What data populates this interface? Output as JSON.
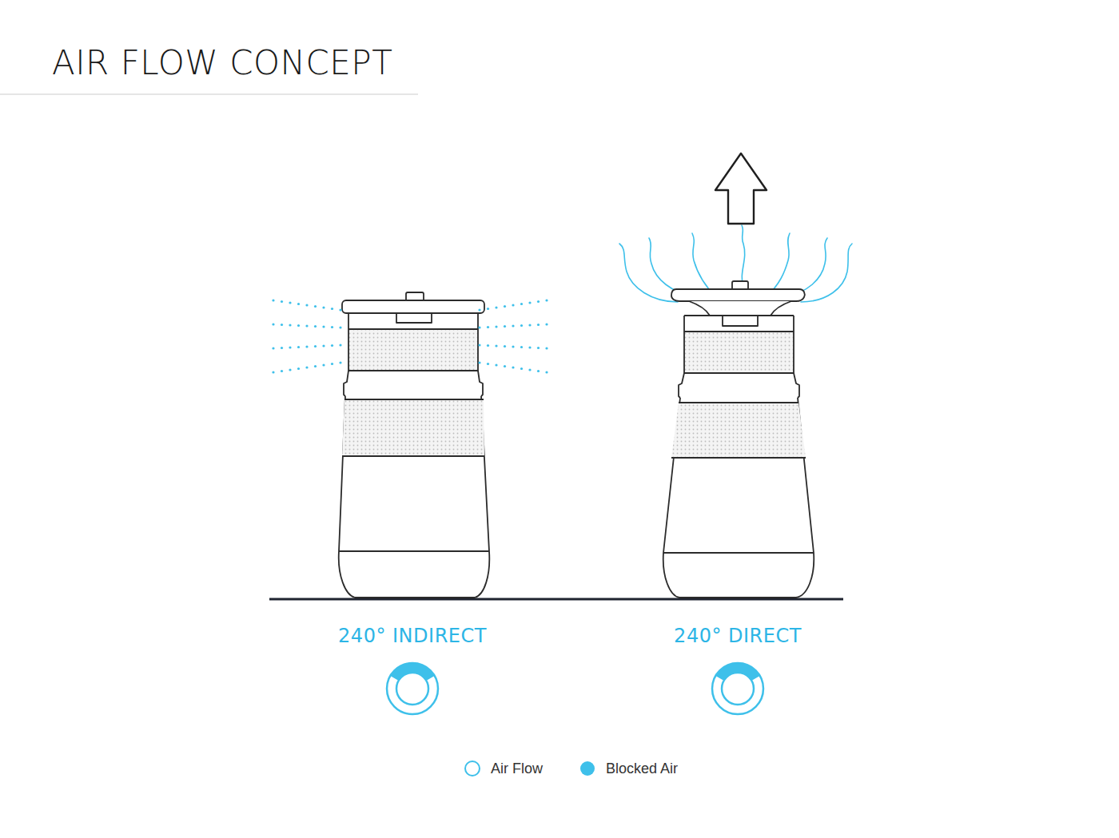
{
  "diagram": {
    "title": "AIR FLOW CONCEPT",
    "labels": [
      "240° INDIRECT",
      "240° DIRECT"
    ],
    "legend": [
      {
        "text": "Air Flow"
      },
      {
        "text": "Blocked Air",
        "color": "#3ec0ea"
      }
    ]
  }
}
